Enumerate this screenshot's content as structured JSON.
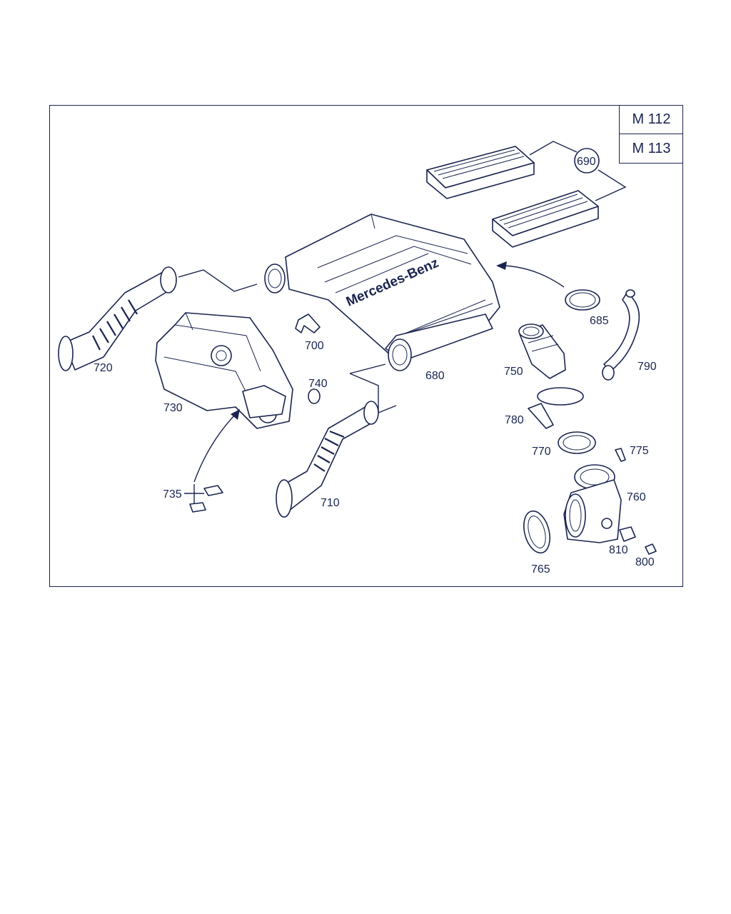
{
  "engine_codes": [
    "M 112",
    "M 113"
  ],
  "brand_text": "Mercedes-Benz",
  "parts": [
    {
      "id": "p690",
      "number": "690"
    },
    {
      "id": "p685",
      "number": "685"
    },
    {
      "id": "p790",
      "number": "790"
    },
    {
      "id": "p720",
      "number": "720"
    },
    {
      "id": "p700",
      "number": "700"
    },
    {
      "id": "p680",
      "number": "680"
    },
    {
      "id": "p750",
      "number": "750"
    },
    {
      "id": "p730",
      "number": "730"
    },
    {
      "id": "p740",
      "number": "740"
    },
    {
      "id": "p780",
      "number": "780"
    },
    {
      "id": "p770",
      "number": "770"
    },
    {
      "id": "p775",
      "number": "775"
    },
    {
      "id": "p735",
      "number": "735"
    },
    {
      "id": "p710",
      "number": "710"
    },
    {
      "id": "p760",
      "number": "760"
    },
    {
      "id": "p810",
      "number": "810"
    },
    {
      "id": "p765",
      "number": "765"
    },
    {
      "id": "p800",
      "number": "800"
    }
  ],
  "colors": {
    "line": "#1a2450",
    "background": "#ffffff"
  }
}
